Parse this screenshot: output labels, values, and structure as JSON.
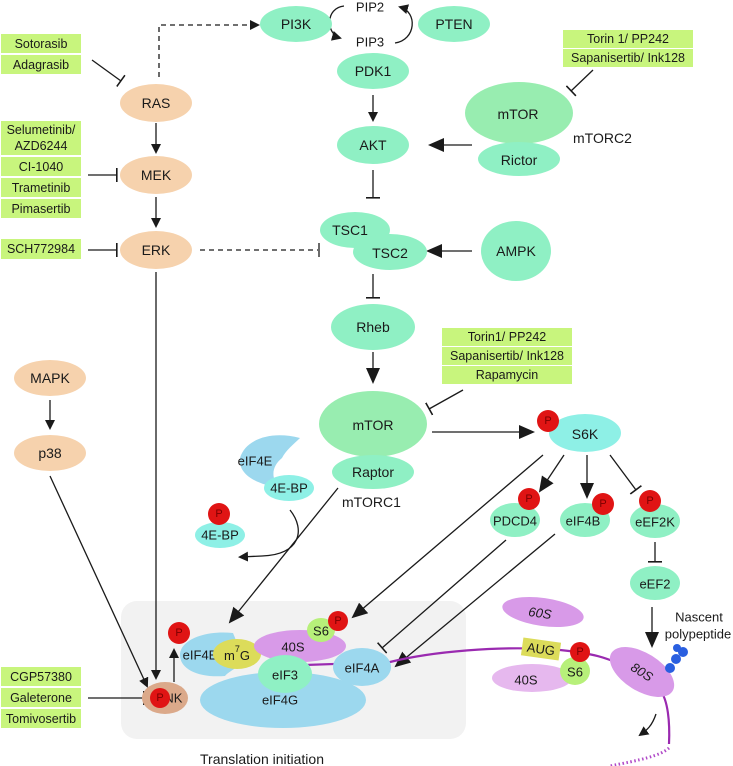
{
  "colors": {
    "mapk_node": "#f6d2ad",
    "pi3k_node": "#8ff0c4",
    "mtor_node": "#98edb0",
    "s6k_node": "#8ef0e6",
    "eif_blue": "#9cd8ee",
    "ribosome": "#d89ae8",
    "ribosome_light": "#e6b8ee",
    "phospho": "#e01414",
    "drug_box": "#c8f57d",
    "m7g": "#dcdc5a",
    "s6": "#b7f07a",
    "mrna": "#9a2ab0",
    "peptide": "#2a5fe0",
    "mnk": "#dba98a",
    "panel": "#f2f2f2"
  },
  "nodes": {
    "ras": "RAS",
    "mek": "MEK",
    "erk": "ERK",
    "mapk": "MAPK",
    "p38": "p38",
    "pi3k": "PI3K",
    "pip2": "PIP2",
    "pip3": "PIP3",
    "pten": "PTEN",
    "pdk1": "PDK1",
    "akt": "AKT",
    "mtorc2_mtor": "mTOR",
    "rictor": "Rictor",
    "mtorc2_label": "mTORC2",
    "tsc1": "TSC1",
    "tsc2": "TSC2",
    "ampk": "AMPK",
    "rheb": "Rheb",
    "mtorc1_mtor": "mTOR",
    "raptor": "Raptor",
    "mtorc1_label": "mTORC1",
    "eif4e_free": "eIF4E",
    "fourebp_bound": "4E-BP",
    "fourebp_free": "4E-BP",
    "s6k": "S6K",
    "pdcd4": "PDCD4",
    "eif4b": "eIF4B",
    "eef2k": "eEF2K",
    "eef2": "eEF2",
    "mnk": "MNK",
    "eif4e": "eIF4E",
    "m7g_base": "m",
    "m7g_sup": "7",
    "m7g_end": "G",
    "s40_complex": "40S",
    "s6_complex": "S6",
    "eif3": "eIF3",
    "eif4g": "eIF4G",
    "eif4a": "eIF4A",
    "s60": "60S",
    "aug": "AUG",
    "s40": "40S",
    "s6": "S6",
    "s80": "80S",
    "nascent_line1": "Nascent",
    "nascent_line2": "polypeptide",
    "phospho": "P",
    "panel_label": "Translation initiation"
  },
  "drugs": {
    "ras_inhibitors": [
      "Sotorasib",
      "Adagrasib"
    ],
    "mek_inhibitors": [
      "Selumetinib/",
      "AZD6244",
      "CI-1040",
      "Trametinib",
      "Pimasertib"
    ],
    "erk_inhibitors": [
      "SCH772984"
    ],
    "mtorc2_inhibitors": [
      "Torin 1/ PP242",
      "Sapanisertib/ Ink128"
    ],
    "mtorc1_inhibitors": [
      "Torin1/ PP242",
      "Sapanisertib/ Ink128",
      "Rapamycin"
    ],
    "mnk_inhibitors": [
      "CGP57380",
      "Galeterone",
      "Tomivosertib"
    ]
  }
}
